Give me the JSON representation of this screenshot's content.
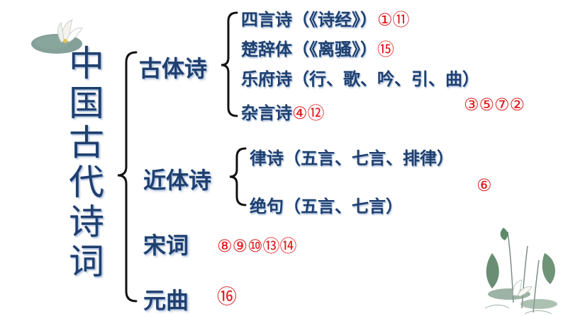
{
  "title_chars": [
    "中",
    "国",
    "古",
    "代",
    "诗",
    "词"
  ],
  "categories": {
    "gutishi": "古体诗",
    "jintishi": "近体诗",
    "songci": "宋词",
    "yuanqu": "元曲"
  },
  "gutishi_items": {
    "siyan": {
      "text": "四言诗（《诗经》）",
      "nums": "①⑪"
    },
    "chuci": {
      "text": "楚辞体（《离骚》）",
      "nums": "⑮"
    },
    "yuefu": {
      "text": "乐府诗（行、歌、吟、引、曲）",
      "nums": "③⑤⑦②"
    },
    "zayan": {
      "text": "杂言诗",
      "nums": "④⑫"
    }
  },
  "jintishi_items": {
    "lvshi": {
      "text": "律诗（五言、七言、排律）",
      "nums": "⑥"
    },
    "jueju": {
      "text": "绝句（五言、七言）"
    }
  },
  "songci_nums": "⑧⑨⑩⑬⑭",
  "yuanqu_nums": "⑯",
  "icons": [
    "lotus-leaf-flower-icon",
    "lotus-pond-illustration"
  ],
  "colors": {
    "text": "#1f3f6e",
    "numbers": "#e0181a",
    "bracket": "#111111"
  }
}
